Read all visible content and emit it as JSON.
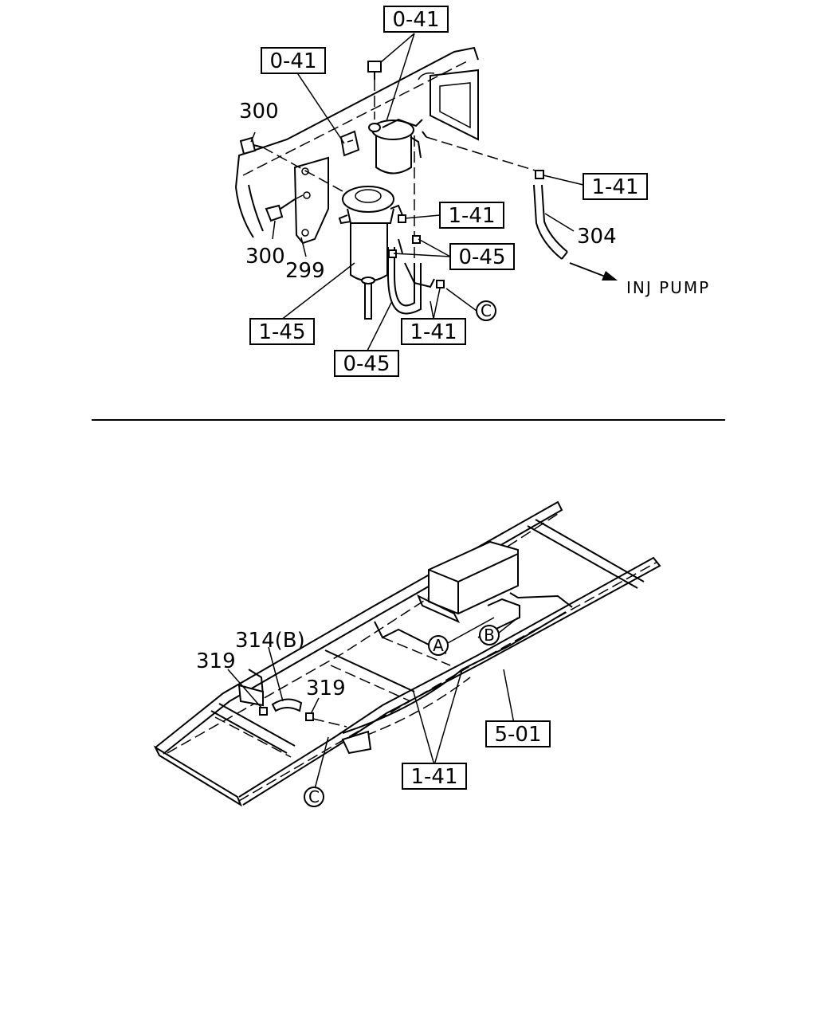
{
  "top_diagram": {
    "refs": {
      "r041_top": "0-41",
      "r041_left": "0-41",
      "r141_right": "1-41",
      "r141_mid": "1-41",
      "r045_right": "0-45",
      "r145": "1-45",
      "r141_low": "1-41",
      "r045_low": "0-45"
    },
    "parts": {
      "p300_a": "300",
      "p300_b": "300",
      "p299": "299",
      "p304": "304"
    },
    "callout_c": "C",
    "inj_pump": "INJ PUMP"
  },
  "bottom_diagram": {
    "parts": {
      "p314b": "314(B)",
      "p319_a": "319",
      "p319_b": "319"
    },
    "refs": {
      "r501": "5-01",
      "r141": "1-41"
    },
    "callouts": {
      "a": "A",
      "b": "B",
      "c": "C"
    }
  }
}
